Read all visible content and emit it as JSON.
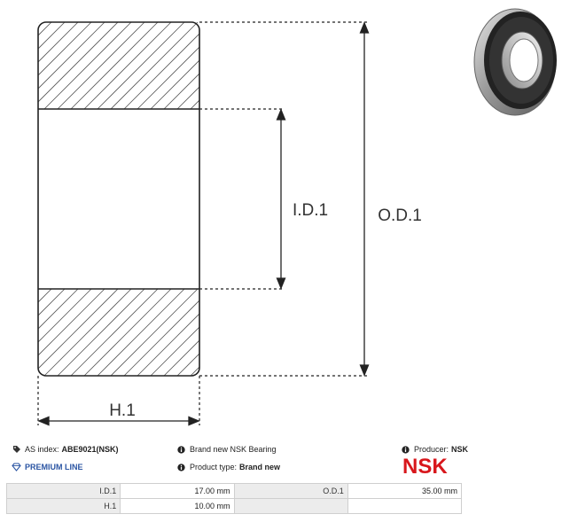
{
  "diagram": {
    "id_label": "I.D.1",
    "od_label": "O.D.1",
    "h_label": "H.1"
  },
  "photo": {
    "icon": "bearing-photo"
  },
  "info": {
    "as_index_label": "AS index:",
    "as_index_value": "ABE9021(NSK)",
    "premium_line": "PREMIUM LINE",
    "brand_new": "Brand new NSK Bearing",
    "product_type_label": "Product type:",
    "product_type_value": "Brand new",
    "producer_label": "Producer:",
    "producer_value": "NSK",
    "logo_text": "NSK"
  },
  "colors": {
    "logo": "#d8171c",
    "premium": "#2b55a3"
  },
  "specs": [
    {
      "label1": "I.D.1",
      "value1": "17.00 mm",
      "label2": "O.D.1",
      "value2": "35.00 mm"
    },
    {
      "label1": "H.1",
      "value1": "10.00 mm",
      "label2": "",
      "value2": ""
    }
  ]
}
